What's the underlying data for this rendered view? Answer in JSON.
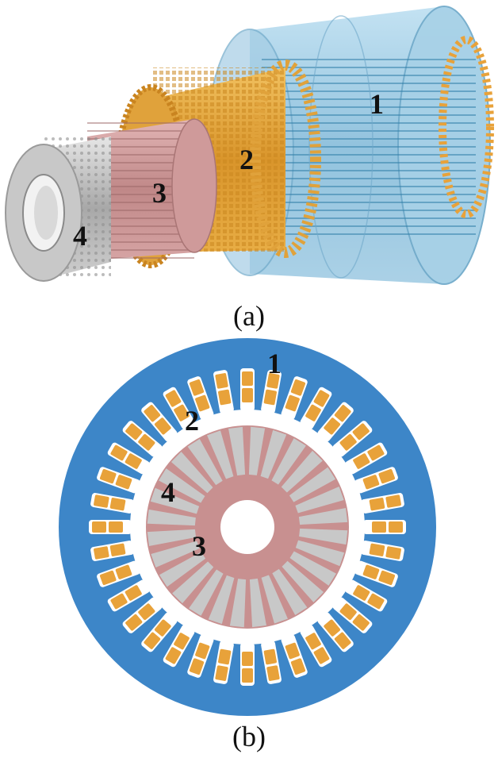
{
  "panel_a": {
    "caption": "(a)",
    "labels": {
      "stator_core": "1",
      "stator_winding": "2",
      "rotor_core": "3",
      "rotor_bars": "4"
    }
  },
  "panel_b": {
    "caption": "(b)",
    "labels": {
      "stator_core": "1",
      "stator_winding": "2",
      "rotor_core": "3",
      "rotor_bars": "4"
    },
    "stator_slot_count": 36,
    "rotor_bar_count": 28
  },
  "colors": {
    "stator_core": "#3d86c8",
    "stator_core_transparent": "#8fc3df",
    "winding": "#e8a23a",
    "rotor_core": "#c89090",
    "rotor_bars": "#c8c8c8",
    "shaft_ring": "#bdbdbd"
  }
}
